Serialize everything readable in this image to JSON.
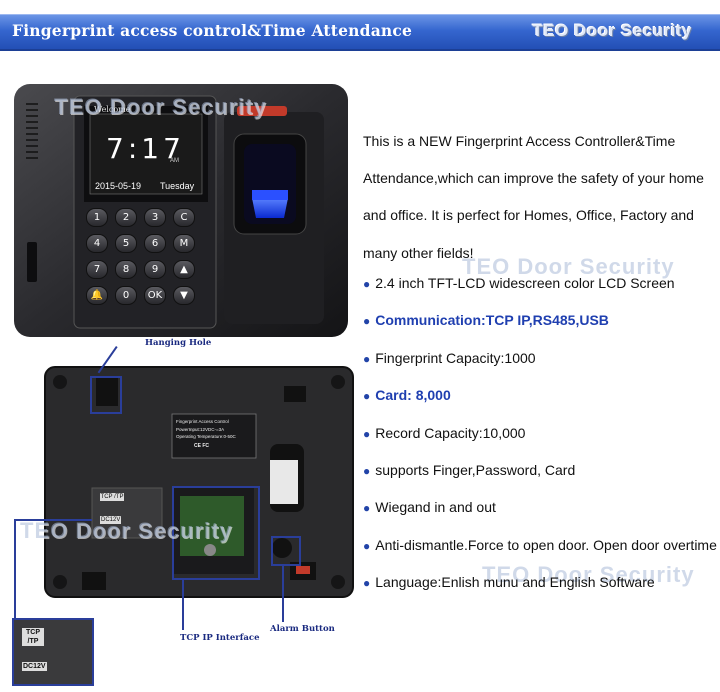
{
  "header": {
    "title": "Fingerprint access control&Time Attendance",
    "brand": "TEO Door Security"
  },
  "watermark": "TEO Door Security",
  "device_screen": {
    "greeting": "Welcome",
    "time": "7:17",
    "ampm": "AM",
    "date": "2015-05-19",
    "weekday": "Tuesday"
  },
  "keypad": [
    "1",
    "2",
    "3",
    "C",
    "4",
    "5",
    "6",
    "M",
    "7",
    "8",
    "9",
    "▲",
    "🔔",
    "0",
    "OK",
    "▼"
  ],
  "back_label": {
    "line1": "Fingerprint Access Control",
    "line2": "PowerInput:12VDC-=3A",
    "line3": "Operating Temperature:0-50C",
    "certs": "CE FC"
  },
  "ports": {
    "tcp": "TCP /TP",
    "dc": "DC12V"
  },
  "callouts": {
    "hanging_hole": "Hanging Hole",
    "tcp_ip": "TCP IP Interface",
    "alarm": "Alarm Button"
  },
  "description": "This is a NEW Fingerprint Access Controller&Time Attendance,which can improve the safety of your home and office. It is perfect for Homes, Office, Factory and many other fields!",
  "features": [
    {
      "text": "2.4 inch TFT-LCD widescreen color LCD Screen",
      "highlight": false
    },
    {
      "text": "Communication:TCP IP,RS485,USB",
      "highlight": true
    },
    {
      "text": "Fingerprint Capacity:1000",
      "highlight": false
    },
    {
      "text": "Card: 8,000",
      "highlight": true
    },
    {
      "text": "Record Capacity:10,000",
      "highlight": false
    },
    {
      "text": "supports Finger,Password, Card",
      "highlight": false
    },
    {
      "text": "Wiegand in and out",
      "highlight": false
    },
    {
      "text": "Anti-dismantle.Force to open door. Open door overtime",
      "highlight": false
    },
    {
      "text": "Language:Enlish munu and English Software",
      "highlight": false
    }
  ],
  "colors": {
    "banner": "#3566cf",
    "highlight": "#1f3fb0",
    "callout": "#2a3e9a"
  }
}
